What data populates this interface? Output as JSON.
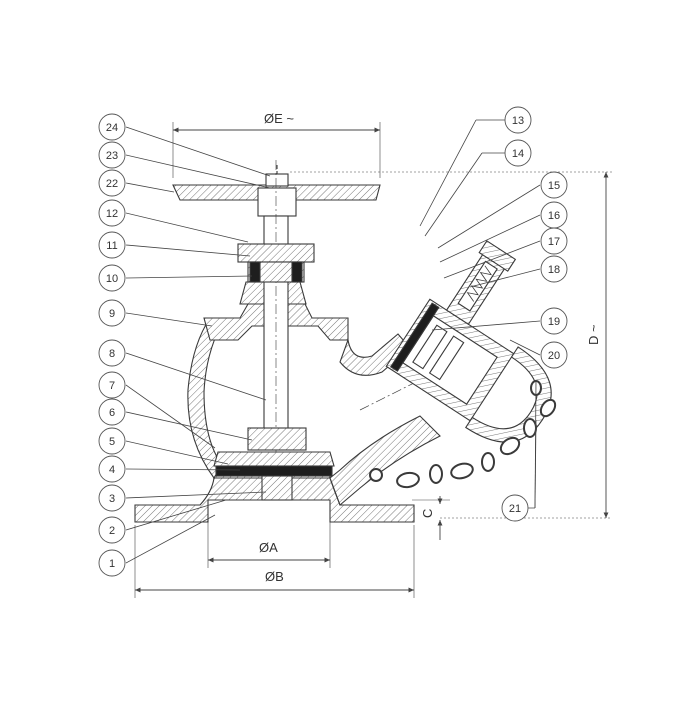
{
  "callouts": [
    {
      "num": "1"
    },
    {
      "num": "2"
    },
    {
      "num": "3"
    },
    {
      "num": "4"
    },
    {
      "num": "5"
    },
    {
      "num": "6"
    },
    {
      "num": "7"
    },
    {
      "num": "8"
    },
    {
      "num": "9"
    },
    {
      "num": "10"
    },
    {
      "num": "11"
    },
    {
      "num": "12"
    },
    {
      "num": "13"
    },
    {
      "num": "14"
    },
    {
      "num": "15"
    },
    {
      "num": "16"
    },
    {
      "num": "17"
    },
    {
      "num": "18"
    },
    {
      "num": "19"
    },
    {
      "num": "20"
    },
    {
      "num": "21"
    },
    {
      "num": "22"
    },
    {
      "num": "23"
    },
    {
      "num": "24"
    }
  ],
  "dimensions": {
    "handwheel_dia": "ØE ~",
    "inlet_bore": "ØA",
    "flange_dia": "ØB",
    "height": "D ~",
    "offset": "C"
  },
  "colors": {
    "line": "#3a3a3a",
    "hatch": "#555555",
    "seal": "#1e1e1e",
    "dim": "#444444"
  }
}
